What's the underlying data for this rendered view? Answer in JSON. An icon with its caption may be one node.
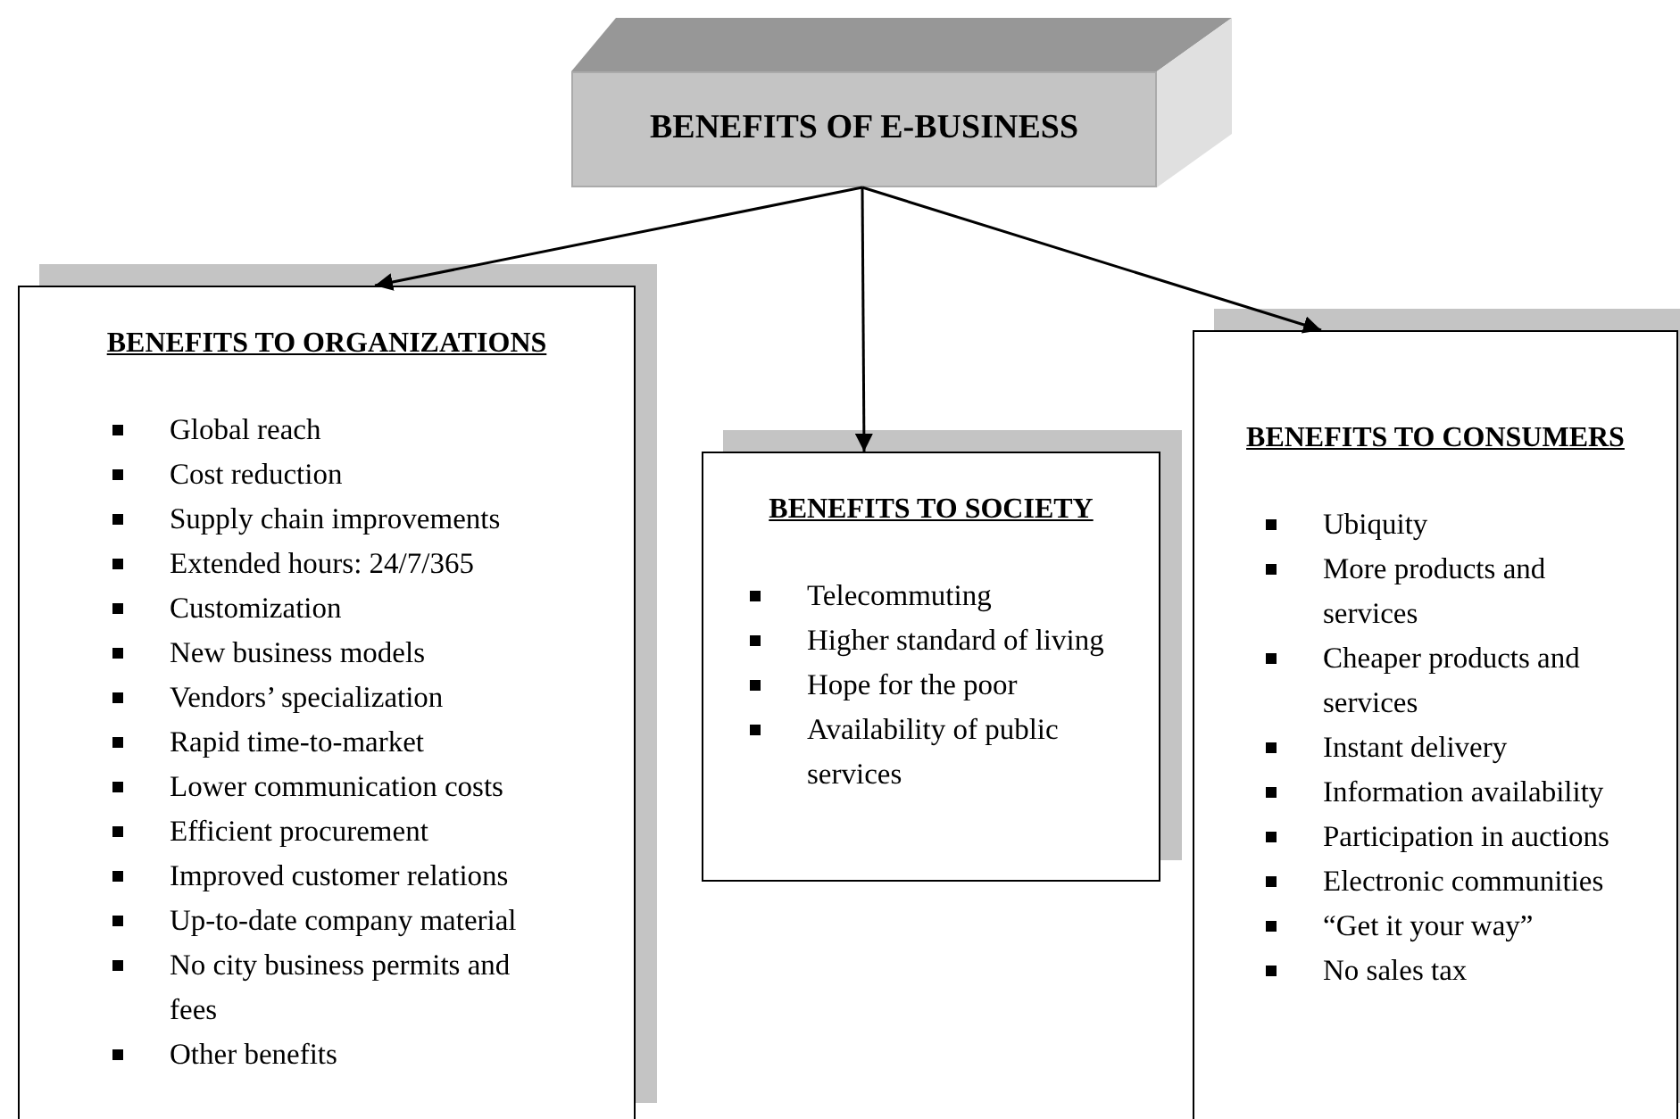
{
  "diagram": {
    "nodes": [
      {
        "text": [
          "BENEFITS OF E-BUSINESS"
        ]
      },
      {
        "text": [
          "BENEFITS TO ORGANIZATIONS",
          "Global reach",
          "Cost reduction",
          "Supply chain improvements",
          "Extended hours: 24/7/365",
          "Customization",
          "New business models",
          "Vendors’ specialization",
          "Rapid time-to-market",
          "Lower communication costs",
          "Efficient procurement",
          "Improved customer relations",
          "Up-to-date company material",
          "No city business permits and fees",
          "Other benefits"
        ]
      },
      {
        "text": [
          "BENEFITS TO SOCIETY",
          "Telecommuting",
          "Higher standard of living",
          "Hope for the poor",
          "Availability of public services"
        ]
      },
      {
        "text": [
          "BENEFITS TO CONSUMERS",
          "Ubiquity",
          "More products and services",
          "Cheaper products and services",
          "Instant delivery",
          "Information availability",
          "Participation in auctions",
          "Electronic communities",
          "“Get it your way”",
          "No sales tax"
        ]
      }
    ],
    "edges": [
      {
        "from": 0,
        "to": 1,
        "arrow": "to"
      },
      {
        "from": 0,
        "to": 2,
        "arrow": "to"
      },
      {
        "from": 0,
        "to": 3,
        "arrow": "to"
      }
    ]
  }
}
